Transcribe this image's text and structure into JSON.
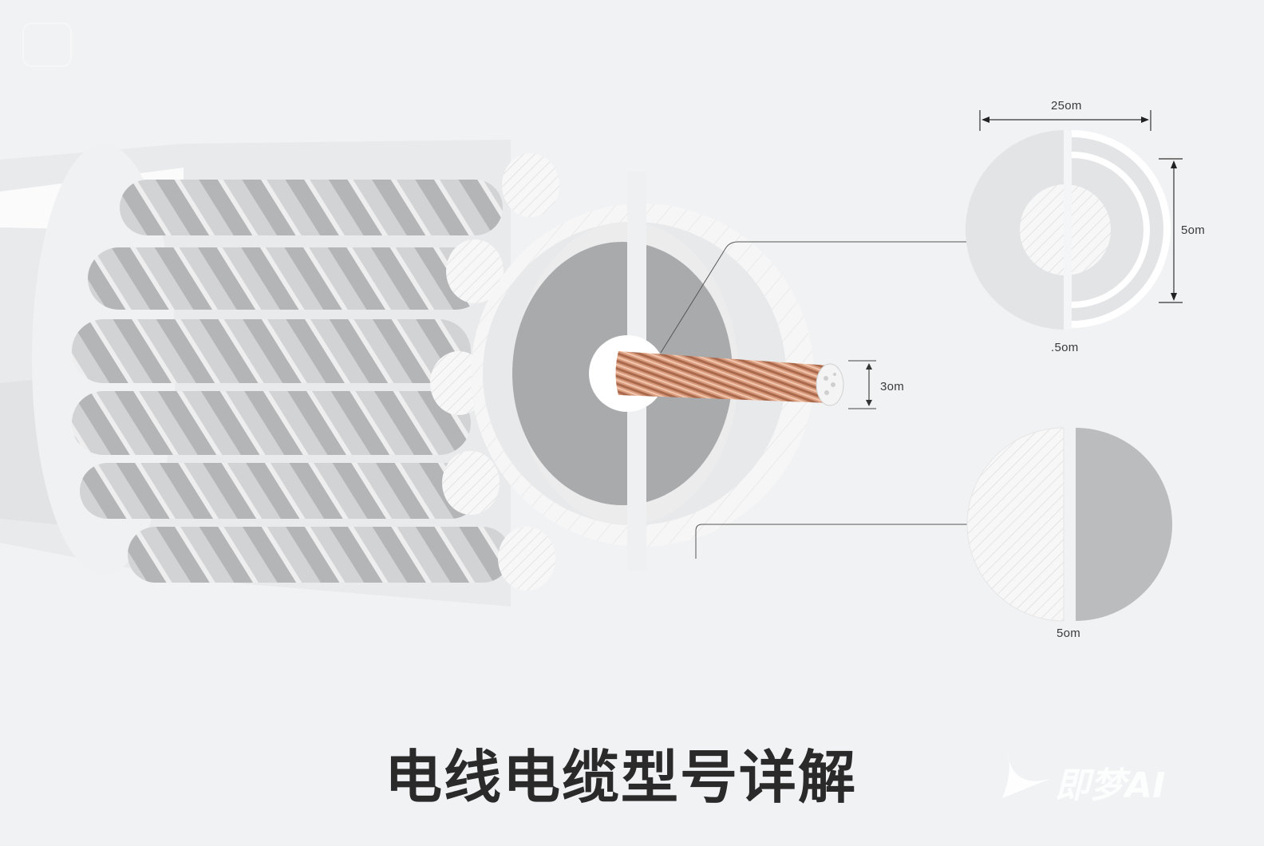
{
  "title": "电线电缆型号详解",
  "watermark": "即梦AI",
  "icons": {
    "corner": "app-logo-icon",
    "watermark": "jimeng-logo-icon"
  },
  "colors": {
    "background": "#f1f2f4",
    "jacket": "#e6e7e9",
    "strand": "#c8c9cb",
    "strand_dark": "#a9aaac",
    "insulation": "#a8a9ab",
    "copper": "#c98a6a",
    "title": "#2a2a2a"
  },
  "diagram": {
    "main_cable": {
      "description": "Cross-section cutaway of multi-strand cable with exposed copper conductor",
      "conductor_label": "3om"
    },
    "detail_top": {
      "width_label": "25om",
      "height_label": "5om",
      "bottom_label": ".5om"
    },
    "detail_bottom": {
      "bottom_label": "5om"
    }
  }
}
